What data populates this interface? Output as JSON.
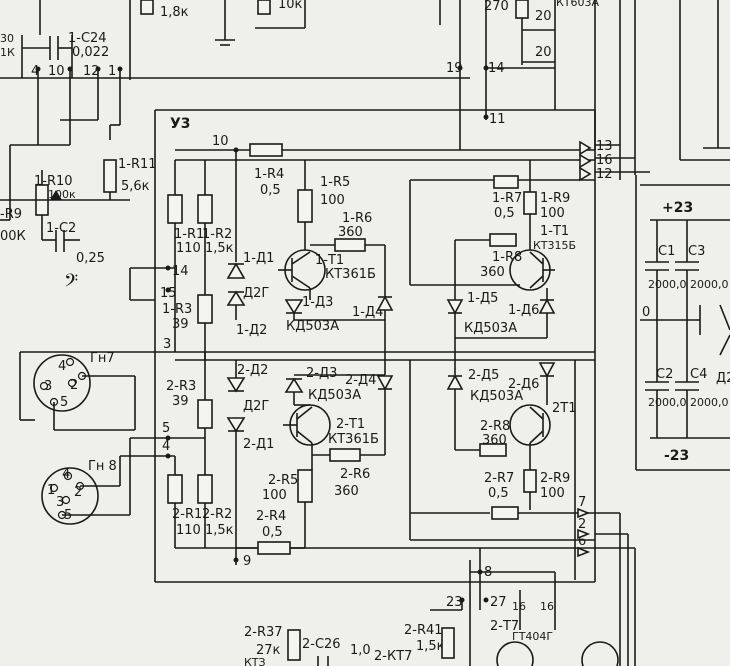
{
  "top": {
    "r18k": "1,8к",
    "r10k": "10к",
    "n270": "270",
    "n20a": "20",
    "n20b": "20",
    "kt": "КТ603А"
  },
  "left_top": {
    "r30": "30",
    "rk": "1К",
    "c24": "1-C24",
    "c24v": "0,022",
    "p4": "4",
    "p10": "10",
    "p12": "12",
    "p1": "1",
    "r10": "1-R10",
    "r10v": "100к",
    "r11": "1-R11",
    "r11v": "5,6к",
    "r9": "-R9",
    "r9v": "00К",
    "c2": "1-C2",
    "c2v": "0,25"
  },
  "bus": {
    "n19": "19",
    "n14": "14",
    "n11": "11"
  },
  "block": {
    "name": "У3",
    "n10": "10",
    "n13": "13",
    "n16": "16",
    "n12": "12",
    "n14": "14",
    "n15": "15",
    "n3": "3",
    "n5": "5",
    "n4": "4",
    "n7": "7",
    "n2": "2",
    "n6": "6",
    "n9": "9",
    "n8": "8",
    "n23": "23",
    "n27": "27",
    "n16b": "16",
    "n16c": "16"
  },
  "upper": {
    "r4": "1-R4",
    "r4v": "0,5",
    "r5": "1-R5",
    "r5v": "100",
    "r6": "1-R6",
    "r6v": "360",
    "r1": "1-R1",
    "r1v": "110",
    "r2": "1-R2",
    "r2v": "1,5к",
    "r3": "1-R3",
    "r3v": "39",
    "d1": "1-Д1",
    "d2g": "Д2Г",
    "d2": "1-Д2",
    "t1": "1-Т1",
    "t1t": "КТ361Б",
    "d3": "1-Д3",
    "d3t": "КД503А",
    "d4": "1-Д4",
    "r7": "1-R7",
    "r7v": "0,5",
    "r9": "1-R9",
    "r9v": "100",
    "t1r": "1-Т1",
    "t1rt": "КТ315Б",
    "r8": "1-R8",
    "r8v": "360",
    "d5": "1-Д5",
    "d5t": "КД503А",
    "d6": "1-Д6"
  },
  "lower": {
    "d2": "2-Д2",
    "d2g": "Д2Г",
    "d1": "2-Д1",
    "d3": "2-Д3",
    "d3t": "КД503А",
    "d4": "2-Д4",
    "t1": "2-Т1",
    "t1t": "КТ361Б",
    "r3": "2-R3",
    "r3v": "39",
    "r6": "2-R6",
    "r6v": "360",
    "r5": "2-R5",
    "r5v": "100",
    "r1": "2-R1",
    "r1v": "110",
    "r2": "2-R2",
    "r2v": "1,5к",
    "r4": "2-R4",
    "r4v": "0,5",
    "d5": "2-Д5",
    "d5t": "КД503А",
    "d6": "2-Д6",
    "t1r": "2Т1",
    "r8": "2-R8",
    "r8v": "360",
    "r7": "2-R7",
    "r7v": "0,5",
    "r9": "2-R9",
    "r9v": "100"
  },
  "connectors": {
    "gn7": "Гн7",
    "gn8": "Гн 8",
    "p1": "1",
    "p2": "2",
    "p3": "3",
    "p4": "4",
    "p5": "5"
  },
  "power": {
    "p23": "+23",
    "c1": "C1",
    "c3": "C3",
    "c1v": "2000,0",
    "c3v": "2000,0",
    "zero": "0",
    "c2": "C2",
    "c4": "C4",
    "c2v": "2000,0",
    "c4v": "2000,0",
    "m23": "-23",
    "d2": "Д2"
  },
  "bottom": {
    "r37": "2-R37",
    "r37v": "27к",
    "c26": "2-C26",
    "c26v": "1,0",
    "kt7": "2-КТ7",
    "r41": "2-R41",
    "r41v": "1,5к",
    "t7": "2-Т7",
    "t7t": "ГТ404Г",
    "kt": "КТЗ"
  },
  "clef": "𝄢"
}
